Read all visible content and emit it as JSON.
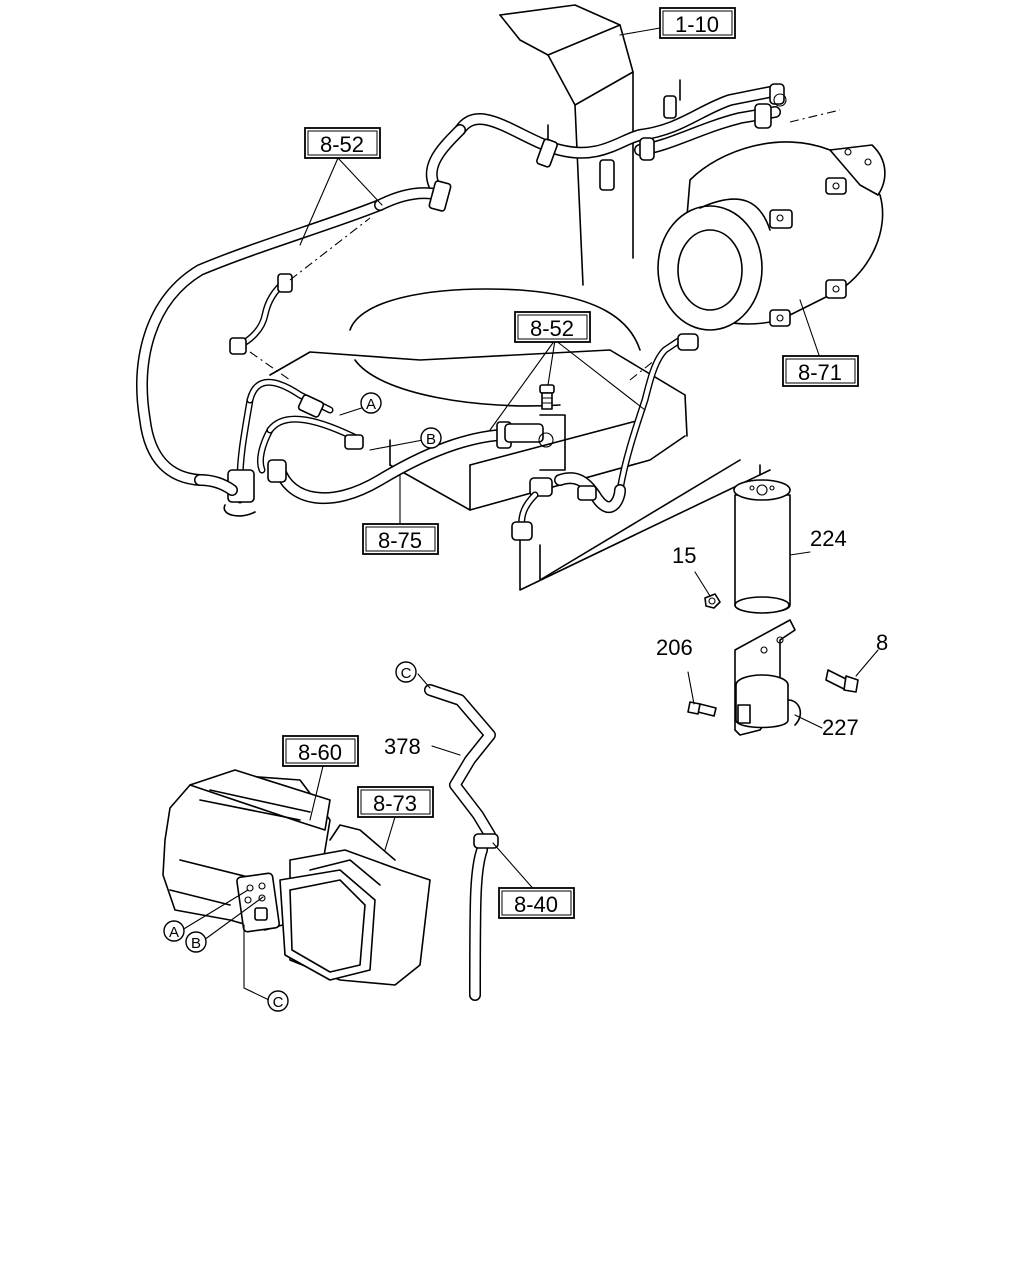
{
  "refs": {
    "r1_10": "1-10",
    "r8_52_top": "8-52",
    "r8_52_mid": "8-52",
    "r8_71": "8-71",
    "r8_75": "8-75",
    "r8_60": "8-60",
    "r8_73": "8-73",
    "r8_40": "8-40"
  },
  "parts": {
    "p224": "224",
    "p15": "15",
    "p206": "206",
    "p8": "8",
    "p227": "227",
    "p378": "378"
  },
  "markers": {
    "a_top": "A",
    "b_top": "B",
    "c_top": "C",
    "a_bottom": "A",
    "b_bottom": "B",
    "c_bottom": "C"
  }
}
